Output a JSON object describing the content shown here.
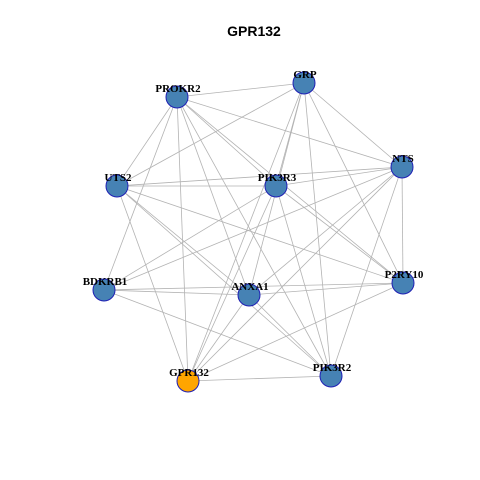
{
  "title": "GPR132",
  "colors": {
    "node_fill": "#4682b4",
    "highlight_fill": "#ffa500",
    "node_border": "#1f1fb4",
    "edge": "#b3b3b3",
    "label": "#000000"
  },
  "nodes": [
    {
      "id": "GRP",
      "highlight": false
    },
    {
      "id": "PROKR2",
      "highlight": false
    },
    {
      "id": "NTS",
      "highlight": false
    },
    {
      "id": "UTS2",
      "highlight": false
    },
    {
      "id": "PIK3R3",
      "highlight": false
    },
    {
      "id": "P2RY10",
      "highlight": false
    },
    {
      "id": "BDKRB1",
      "highlight": false
    },
    {
      "id": "ANXA1",
      "highlight": false
    },
    {
      "id": "PIK3R2",
      "highlight": false
    },
    {
      "id": "GPR132",
      "highlight": true
    }
  ],
  "edges": [
    [
      "GRP",
      "PROKR2"
    ],
    [
      "GRP",
      "NTS"
    ],
    [
      "GRP",
      "UTS2"
    ],
    [
      "GRP",
      "PIK3R3"
    ],
    [
      "GRP",
      "P2RY10"
    ],
    [
      "GRP",
      "ANXA1"
    ],
    [
      "GRP",
      "PIK3R2"
    ],
    [
      "GRP",
      "GPR132"
    ],
    [
      "PROKR2",
      "NTS"
    ],
    [
      "PROKR2",
      "UTS2"
    ],
    [
      "PROKR2",
      "PIK3R3"
    ],
    [
      "PROKR2",
      "P2RY10"
    ],
    [
      "PROKR2",
      "BDKRB1"
    ],
    [
      "PROKR2",
      "ANXA1"
    ],
    [
      "PROKR2",
      "PIK3R2"
    ],
    [
      "PROKR2",
      "GPR132"
    ],
    [
      "NTS",
      "UTS2"
    ],
    [
      "NTS",
      "PIK3R3"
    ],
    [
      "NTS",
      "P2RY10"
    ],
    [
      "NTS",
      "BDKRB1"
    ],
    [
      "NTS",
      "ANXA1"
    ],
    [
      "NTS",
      "PIK3R2"
    ],
    [
      "NTS",
      "GPR132"
    ],
    [
      "UTS2",
      "PIK3R3"
    ],
    [
      "UTS2",
      "P2RY10"
    ],
    [
      "UTS2",
      "ANXA1"
    ],
    [
      "UTS2",
      "PIK3R2"
    ],
    [
      "UTS2",
      "GPR132"
    ],
    [
      "PIK3R3",
      "P2RY10"
    ],
    [
      "PIK3R3",
      "BDKRB1"
    ],
    [
      "PIK3R3",
      "PIK3R2"
    ],
    [
      "PIK3R3",
      "GPR132"
    ],
    [
      "P2RY10",
      "BDKRB1"
    ],
    [
      "P2RY10",
      "ANXA1"
    ],
    [
      "P2RY10",
      "GPR132"
    ],
    [
      "BDKRB1",
      "ANXA1"
    ],
    [
      "BDKRB1",
      "PIK3R2"
    ],
    [
      "ANXA1",
      "PIK3R2"
    ],
    [
      "ANXA1",
      "GPR132"
    ],
    [
      "PIK3R2",
      "GPR132"
    ]
  ]
}
